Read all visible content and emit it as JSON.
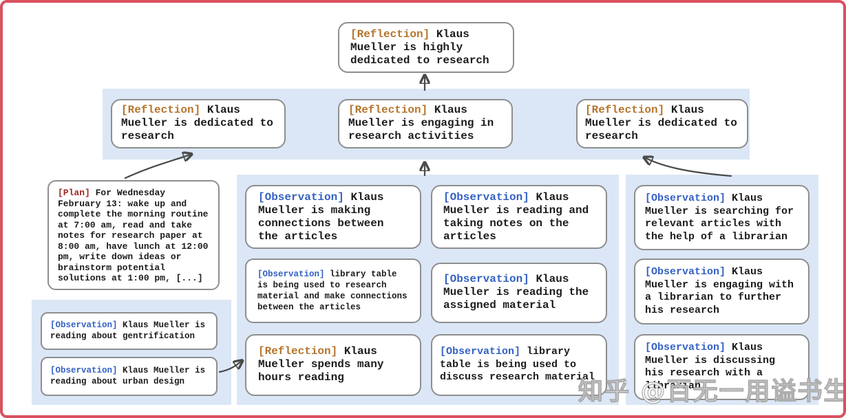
{
  "meta": {
    "description": "Memory / reflection tree diagram for agent Klaus Mueller"
  },
  "colors": {
    "frame_red": "#d9515f",
    "panel_blue": "#dbe7f6",
    "box_border": "#8e8e8e",
    "arrow_gray": "#4a4a4a",
    "tag_reflection": "#b5752c",
    "tag_observation": "#3461c4",
    "tag_plan": "#9c2822",
    "text": "#1c1c1c"
  },
  "root_node": {
    "tag": "[Reflection]",
    "text": "Klaus Mueller is highly dedicated to research"
  },
  "reflection_band": [
    {
      "tag": "[Reflection]",
      "text": "Klaus Mueller is dedicated to research"
    },
    {
      "tag": "[Reflection]",
      "text": "Klaus Mueller is engaging in research activities"
    },
    {
      "tag": "[Reflection]",
      "text": "Klaus Mueller is dedicated to research"
    }
  ],
  "plan_node": {
    "tag": "[Plan]",
    "text": "For Wednesday February 13: wake up and complete the morning routine at 7:00 am, read and take notes for research paper at 8:00 am, have lunch at 12:00 pm, write down ideas or brainstorm potential solutions at 1:00 pm, [...]"
  },
  "left_panel": [
    {
      "tag": "[Observation]",
      "text": "Klaus Mueller is reading about gentrification"
    },
    {
      "tag": "[Observation]",
      "text": "Klaus Mueller is reading about urban design"
    }
  ],
  "center_panel": {
    "col1": [
      {
        "tag": "[Observation]",
        "text": "Klaus Mueller is making connections between the articles"
      },
      {
        "tag": "[Observation]",
        "text": "library table is being used to research material and make connections between the articles"
      },
      {
        "tag": "[Reflection]",
        "text": "Klaus Mueller spends many hours reading"
      }
    ],
    "col2": [
      {
        "tag": "[Observation]",
        "text": "Klaus Mueller is reading and taking notes on the articles"
      },
      {
        "tag": "[Observation]",
        "text": "Klaus Mueller is reading the assigned material"
      },
      {
        "tag": "[Observation]",
        "text": "library table is being used to discuss research material"
      }
    ]
  },
  "right_panel": [
    {
      "tag": "[Observation]",
      "text": "Klaus Mueller is searching for relevant articles with the help of a librarian"
    },
    {
      "tag": "[Observation]",
      "text": "Klaus Mueller is engaging with a librarian to further his research"
    },
    {
      "tag": "[Observation]",
      "text": "Klaus Mueller is discussing his research with a librarian"
    }
  ],
  "watermark": {
    "text": "知乎 @百无一用谥书生"
  }
}
